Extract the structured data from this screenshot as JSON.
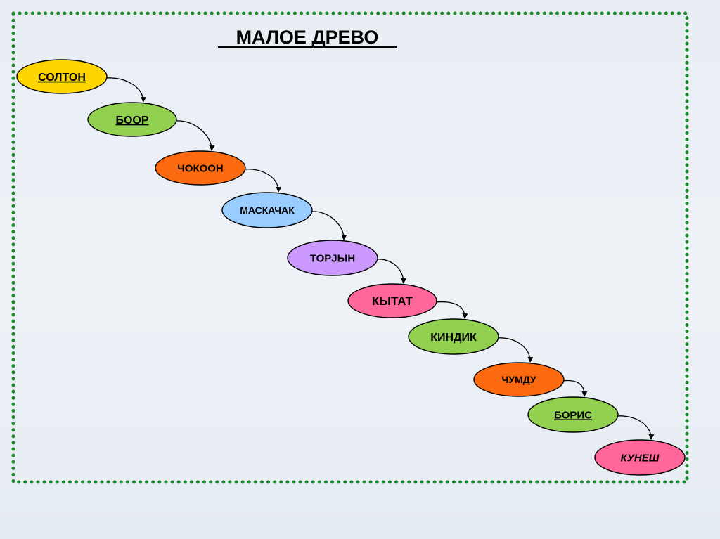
{
  "title": "МАЛОЕ ДРЕВО",
  "colors": {
    "border": "#1c8a2a",
    "arrow": "#000000"
  },
  "nodes": [
    {
      "id": "solton",
      "label": "СОЛТОН",
      "fill": "#ffd500",
      "underline": true,
      "italic": false
    },
    {
      "id": "boor",
      "label": "БООР",
      "fill": "#92d050",
      "underline": true,
      "italic": false
    },
    {
      "id": "chokoon",
      "label": "ЧОКООН",
      "fill": "#fb6a10",
      "underline": false,
      "italic": false
    },
    {
      "id": "maskachak",
      "label": "МАСКАЧАК",
      "fill": "#99ccff",
      "underline": false,
      "italic": false
    },
    {
      "id": "torjyn",
      "label": "ТОРЈЫН",
      "fill": "#cc99ff",
      "underline": false,
      "italic": false
    },
    {
      "id": "kytat",
      "label": "КЫТАТ",
      "fill": "#ff6699",
      "underline": false,
      "italic": false
    },
    {
      "id": "kindik",
      "label": "КИНДИК",
      "fill": "#92d050",
      "underline": false,
      "italic": false
    },
    {
      "id": "chumdu",
      "label": "ЧУМДУ",
      "fill": "#fb6a10",
      "underline": false,
      "italic": false
    },
    {
      "id": "boris",
      "label": "БОРИС",
      "fill": "#92d050",
      "underline": true,
      "italic": false
    },
    {
      "id": "kunesh",
      "label": "КУНЕШ",
      "fill": "#ff6699",
      "underline": false,
      "italic": true
    }
  ]
}
